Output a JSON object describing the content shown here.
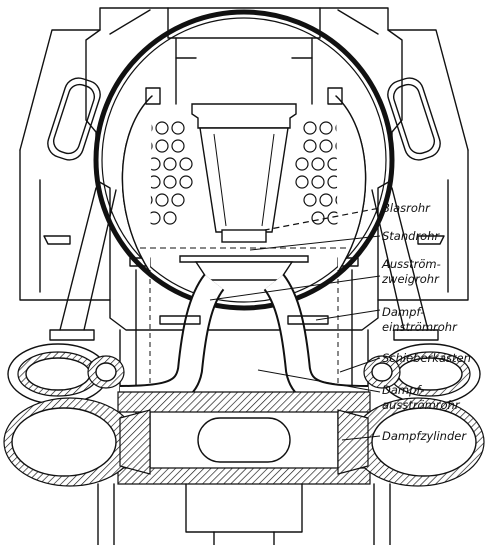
{
  "labels": {
    "blasrohr": "Blasrohr",
    "standrohr": "Standrohr",
    "ausstroem_zweigrohr_1": "Ausström-",
    "ausstroem_zweigrohr_2": "zweigrohr",
    "dampf_einstroemrohr_1": "Dampf-",
    "dampf_einstroemrohr_2": "einströmrohr",
    "schieberkasten": "Schieberkasten",
    "dampf_ausstroemrohr_1": "Dampf-",
    "dampf_ausstroemrohr_2": "ausströmrohr",
    "dampfzylinder": "Dampfzylinder"
  }
}
